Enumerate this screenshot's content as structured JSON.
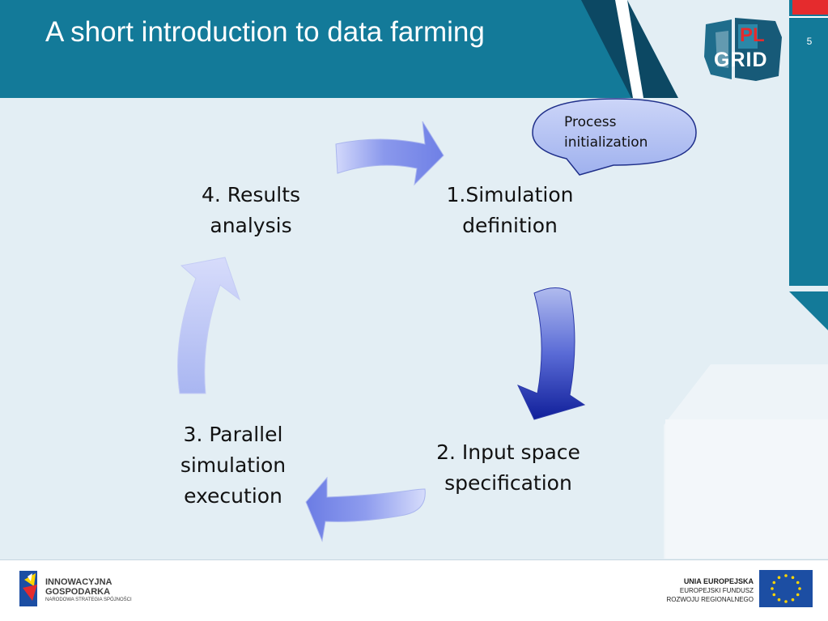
{
  "slide": {
    "title": "A short introduction to data farming",
    "page_number": "5"
  },
  "brand": {
    "logo_top": "PL",
    "logo_bottom": "GRID",
    "logo_plus": "+"
  },
  "cycle": {
    "steps": [
      {
        "lines": [
          "1.Simulation",
          "definition"
        ]
      },
      {
        "lines": [
          "2. Input space",
          "specification"
        ]
      },
      {
        "lines": [
          "3. Parallel",
          "simulation",
          "execution"
        ]
      },
      {
        "lines": [
          "4. Results",
          "analysis"
        ]
      }
    ],
    "callout": {
      "lines": [
        "Process",
        "initialization"
      ]
    }
  },
  "footer": {
    "left_logo": {
      "line1": "INNOWACYJNA",
      "line2": "GOSPODARKA",
      "line3": "NARODOWA STRATEGIA SPÓJNOŚCI"
    },
    "right_logo": {
      "line1": "UNIA EUROPEJSKA",
      "line2": "EUROPEJSKI FUNDUSZ",
      "line3": "ROZWOJU REGIONALNEGO"
    }
  },
  "colors": {
    "header": "#137a99",
    "dark_navy": "#0c3f5c",
    "accent_red": "#e52b2d",
    "eu_blue": "#1c4ea3",
    "eu_star": "#ffd500"
  }
}
